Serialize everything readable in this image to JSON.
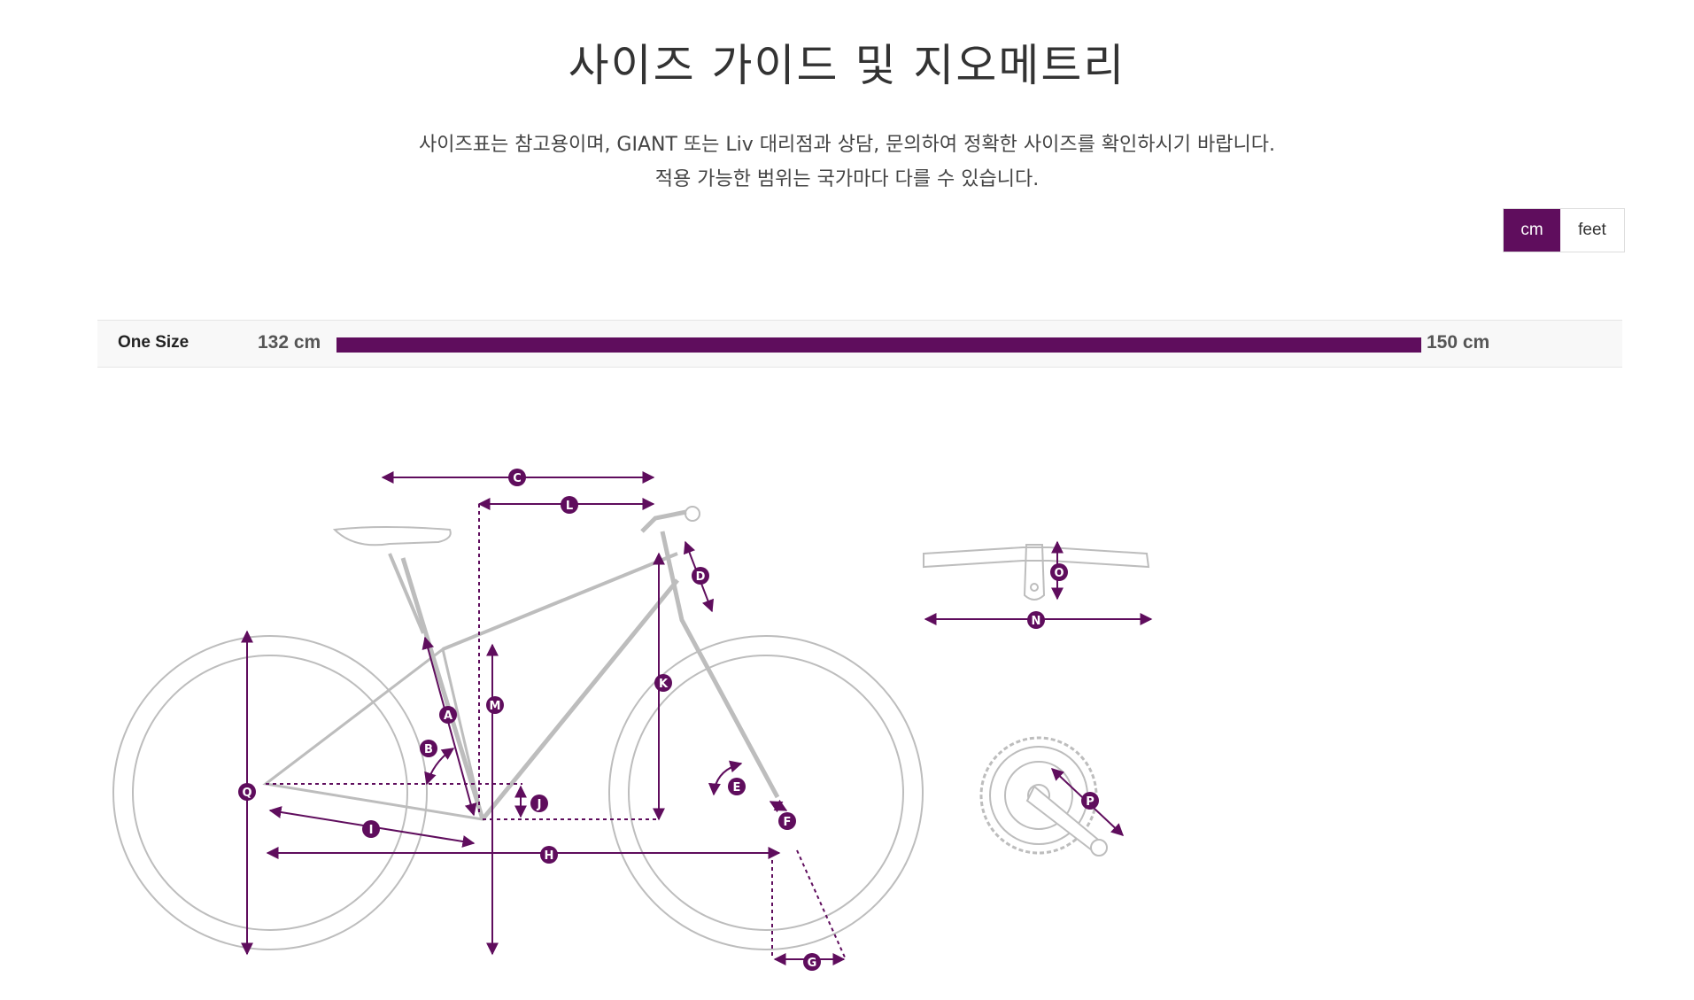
{
  "page": {
    "title": "사이즈 가이드 및 지오메트리",
    "subtitle_line1": "사이즈표는 참고용이며, GIANT 또는 Liv 대리점과 상담, 문의하여 정확한 사이즈를 확인하시기 바랍니다.",
    "subtitle_line2": "적용 가능한 범위는 국가마다 다를 수 있습니다."
  },
  "unit_toggle": {
    "options": [
      "cm",
      "feet"
    ],
    "selected": "cm"
  },
  "size_range": {
    "name": "One Size",
    "min_label": "132 cm",
    "max_label": "150 cm"
  },
  "diagram": {
    "labels": [
      "A",
      "B",
      "C",
      "D",
      "E",
      "F",
      "G",
      "H",
      "I",
      "J",
      "K",
      "L",
      "M",
      "N",
      "O",
      "P",
      "Q"
    ]
  },
  "colors": {
    "accent": "#5f0d5d",
    "frame_line": "#bdbdbd"
  }
}
